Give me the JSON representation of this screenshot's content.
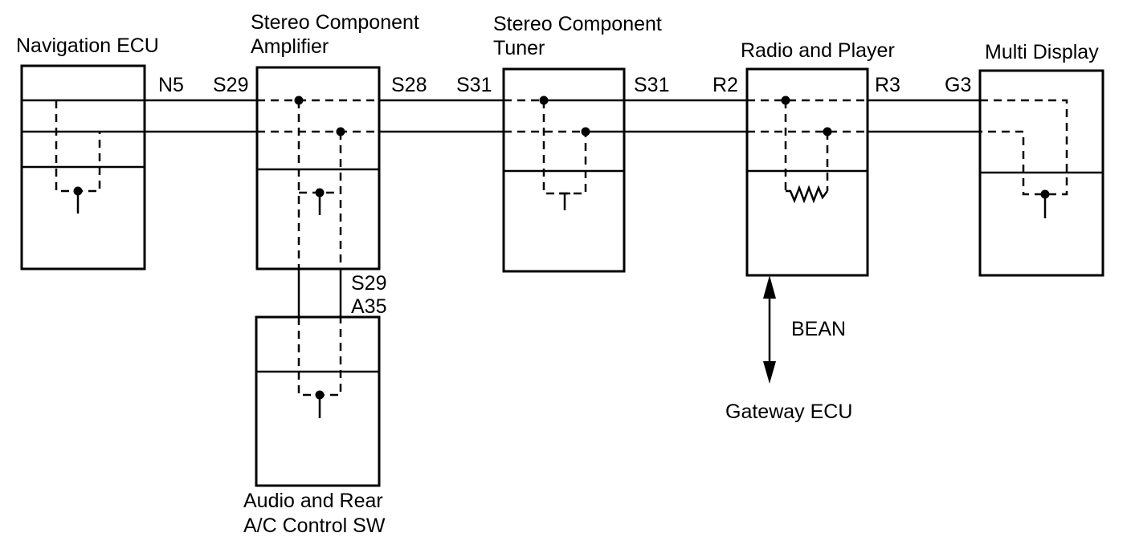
{
  "labels": {
    "navigation_ecu": "Navigation ECU",
    "amplifier_line1": "Stereo Component",
    "amplifier_line2": "Amplifier",
    "tuner_line1": "Stereo Component",
    "tuner_line2": "Tuner",
    "radio_player": "Radio and Player",
    "multi_display": "Multi Display",
    "audio_rear_line1": "Audio and Rear",
    "audio_rear_line2": "A/C Control SW",
    "bean": "BEAN",
    "gateway_ecu": "Gateway ECU"
  },
  "connectors": {
    "n5": "N5",
    "s29_top": "S29",
    "s28": "S28",
    "s31_left": "S31",
    "s31_right": "S31",
    "r2": "R2",
    "r3": "R3",
    "g3": "G3",
    "s29_bottom": "S29",
    "a35": "A35"
  },
  "colors": {
    "ink": "#000000",
    "background": "#ffffff"
  }
}
